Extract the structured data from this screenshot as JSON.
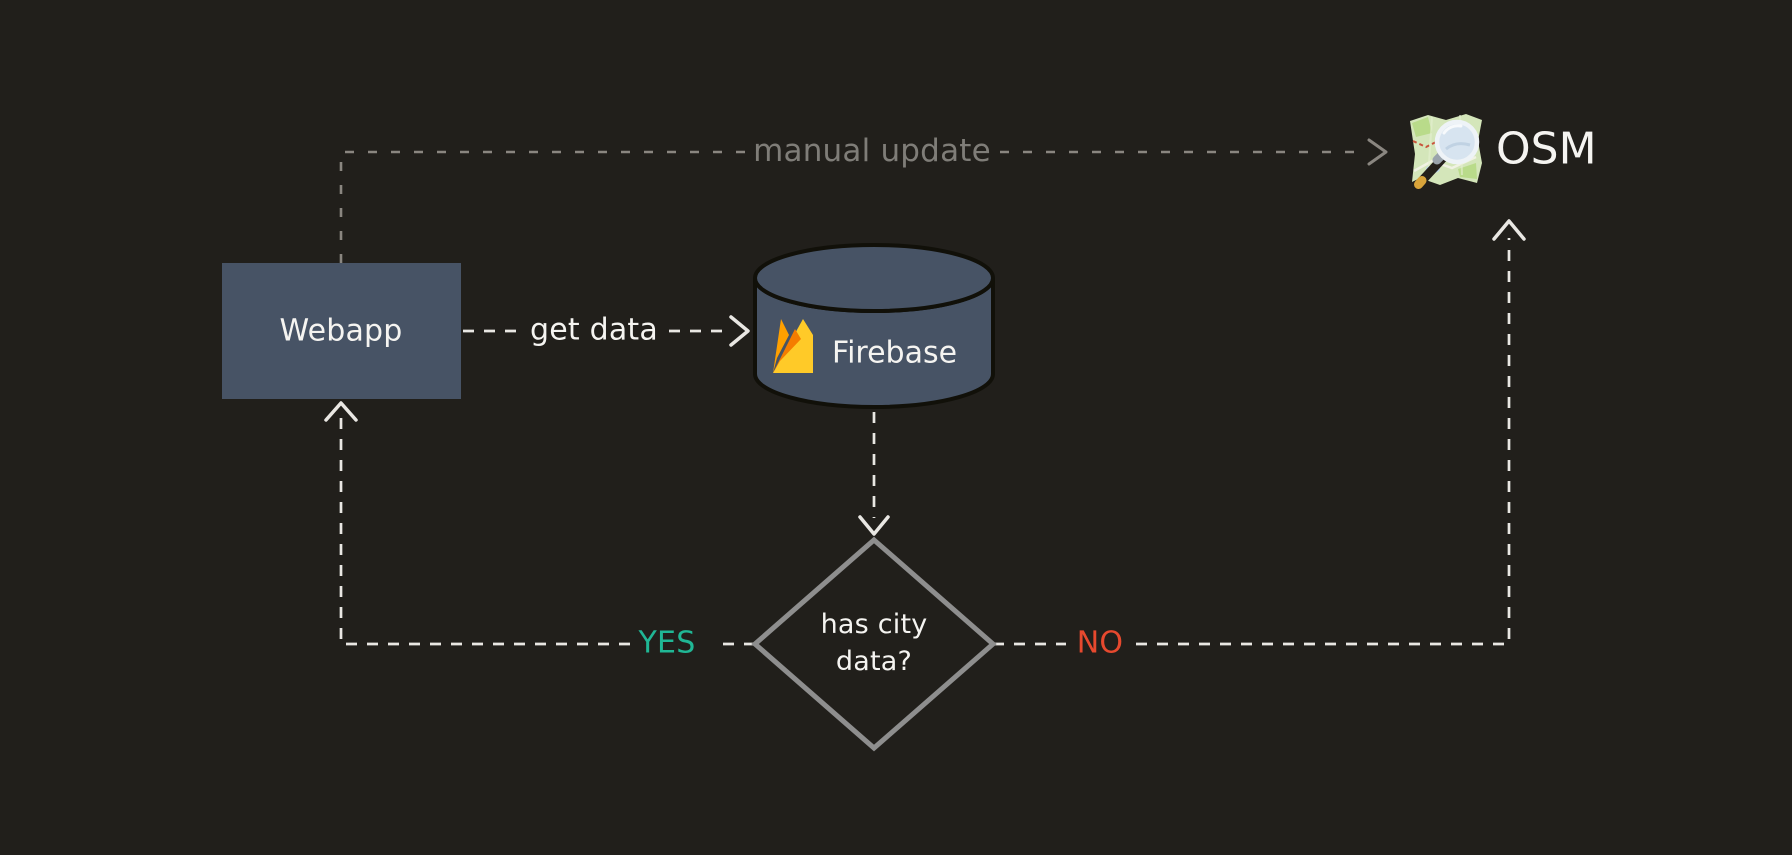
{
  "canvas": {
    "background": "#211f1b"
  },
  "nodes": {
    "webapp": {
      "label": "Webapp",
      "shape": "rectangle"
    },
    "firebase": {
      "label": "Firebase",
      "shape": "cylinder",
      "icon": "firebase-flame-icon"
    },
    "osm": {
      "label": "OSM",
      "icon": "openstreetmap-icon"
    },
    "decision": {
      "line1": "has city",
      "line2": "data?",
      "shape": "diamond"
    }
  },
  "edges": {
    "manual_update": {
      "label": "manual update",
      "from": "webapp",
      "to": "osm",
      "style": "dashed"
    },
    "get_data": {
      "label": "get data",
      "from": "webapp",
      "to": "firebase",
      "style": "dashed"
    },
    "firebase_to_decision": {
      "label": "",
      "from": "firebase",
      "to": "decision",
      "style": "dashed"
    },
    "yes": {
      "label": "YES",
      "from": "decision",
      "to": "webapp",
      "style": "dashed"
    },
    "no": {
      "label": "NO",
      "from": "decision",
      "to": "osm",
      "style": "dashed"
    }
  },
  "colors": {
    "bg": "#211f1b",
    "node_fill": "#475365",
    "node_stroke": "#111009",
    "diamond_stroke": "#8e8e8e",
    "line_white": "#e9e7e3",
    "line_gray": "#8a8680",
    "text": "#f5f4f1",
    "muted_text": "#7f7d78",
    "yes": "#20b795",
    "no": "#e7492e"
  }
}
